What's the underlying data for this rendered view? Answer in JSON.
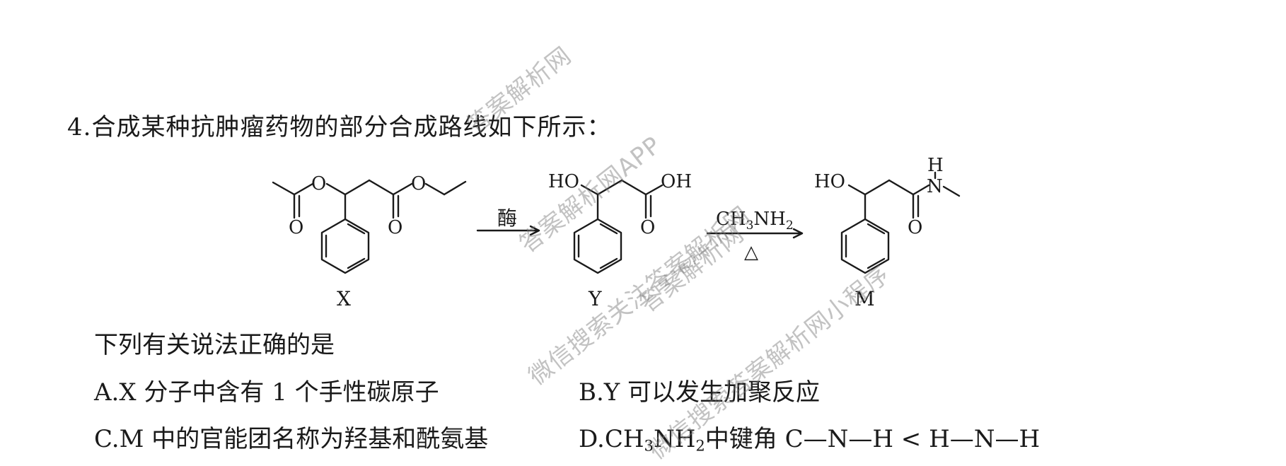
{
  "question": {
    "title": "4.合成某种抗肿瘤药物的部分合成路线如下所示：",
    "prompt": "下列有关说法正确的是",
    "options": [
      {
        "label": "A.",
        "text": "X 分子中含有 1 个手性碳原子"
      },
      {
        "label": "B.",
        "text": "Y 可以发生加聚反应"
      },
      {
        "label": "C.",
        "text": "M 中的官能团名称为羟基和酰氨基"
      },
      {
        "label": "D.",
        "text": "中键角 C—N—H < H—N—H",
        "formula": [
          "CH",
          "3",
          "NH",
          "2"
        ]
      }
    ]
  },
  "scheme": {
    "compounds": [
      {
        "label": "X",
        "atoms": [
          "O",
          "O",
          "O",
          "O"
        ]
      },
      {
        "label": "Y",
        "atoms": [
          "HO",
          "OH",
          "O"
        ]
      },
      {
        "label": "M",
        "atoms": [
          "HO",
          "H",
          "N",
          "O"
        ]
      }
    ],
    "arrow1": {
      "reagent": "酶"
    },
    "arrow2": {
      "reagent_parts": [
        "CH",
        "3",
        "NH",
        "2"
      ],
      "condition": "△"
    }
  },
  "watermarks": [
    "答案解析网",
    "答案解析网APP",
    "答案解析网",
    "微信搜索关注答案解析网",
    "微信搜索答案解析网小程序"
  ]
}
